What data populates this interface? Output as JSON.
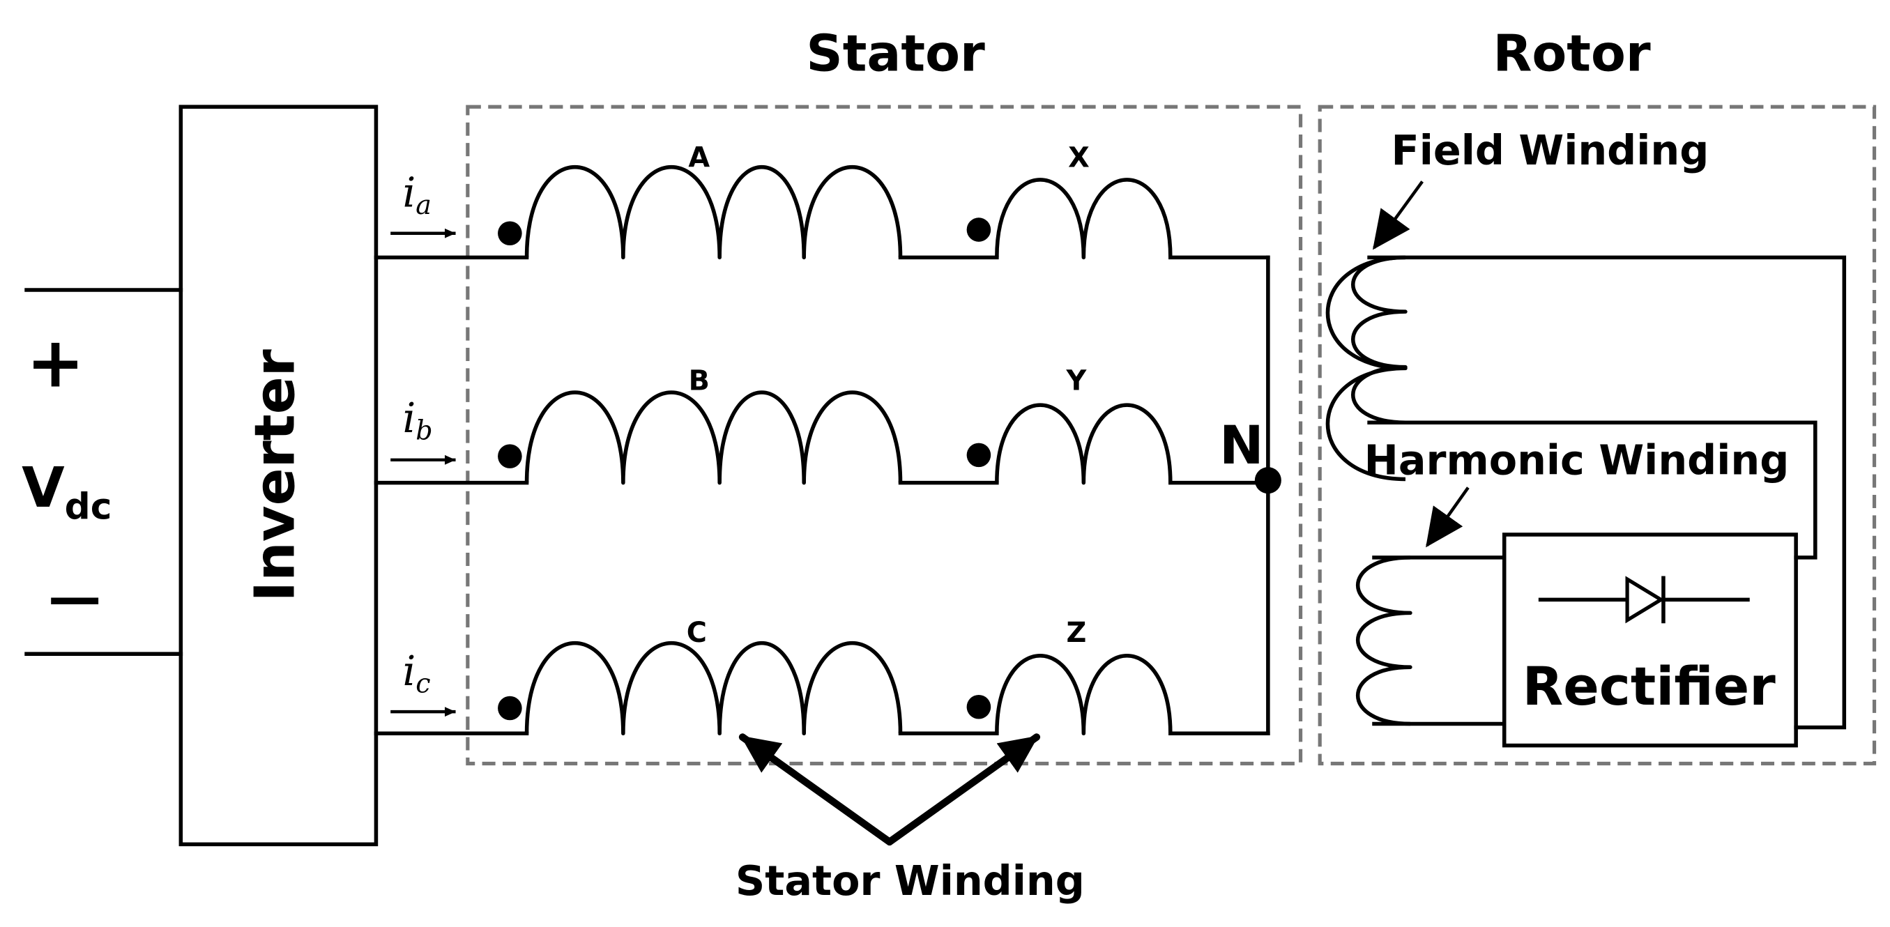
{
  "headings": {
    "stator": "Stator",
    "rotor": "Rotor"
  },
  "source": {
    "plus": "+",
    "minus": "—",
    "voltage_main": "V",
    "voltage_sub": "dc"
  },
  "inverter": {
    "label": "Inverter"
  },
  "currents": [
    {
      "main": "i",
      "sub": "a"
    },
    {
      "main": "i",
      "sub": "b"
    },
    {
      "main": "i",
      "sub": "c"
    }
  ],
  "stator_coils": {
    "main": [
      "A",
      "B",
      "C"
    ],
    "aux": [
      "X",
      "Y",
      "Z"
    ]
  },
  "neutral": {
    "label": "N"
  },
  "callouts": {
    "stator_winding": "Stator Winding",
    "field_winding": "Field Winding",
    "harmonic_winding": "Harmonic Winding"
  },
  "rectifier": {
    "label": "Rectifier"
  }
}
